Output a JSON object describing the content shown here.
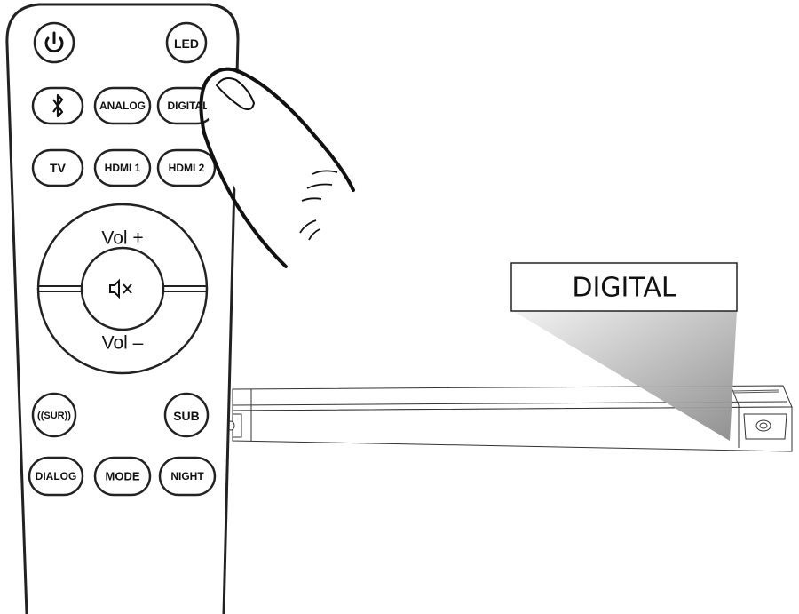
{
  "remote": {
    "buttons": {
      "power_icon": "power-icon",
      "led": "LED",
      "bluetooth_icon": "bluetooth-icon",
      "analog": "ANALOG",
      "digital": "DIGITAL",
      "tv": "TV",
      "hdmi1": "HDMI 1",
      "hdmi2": "HDMI 2",
      "vol_up": "Vol +",
      "mute_icon": "mute-icon",
      "vol_down": "Vol –",
      "sur": "((SUR))",
      "sub": "SUB",
      "dialog": "DIALOG",
      "mode": "MODE",
      "night": "NIGHT"
    }
  },
  "callout": {
    "text": "DIGITAL"
  },
  "hand_icon": "pointing-finger-icon"
}
